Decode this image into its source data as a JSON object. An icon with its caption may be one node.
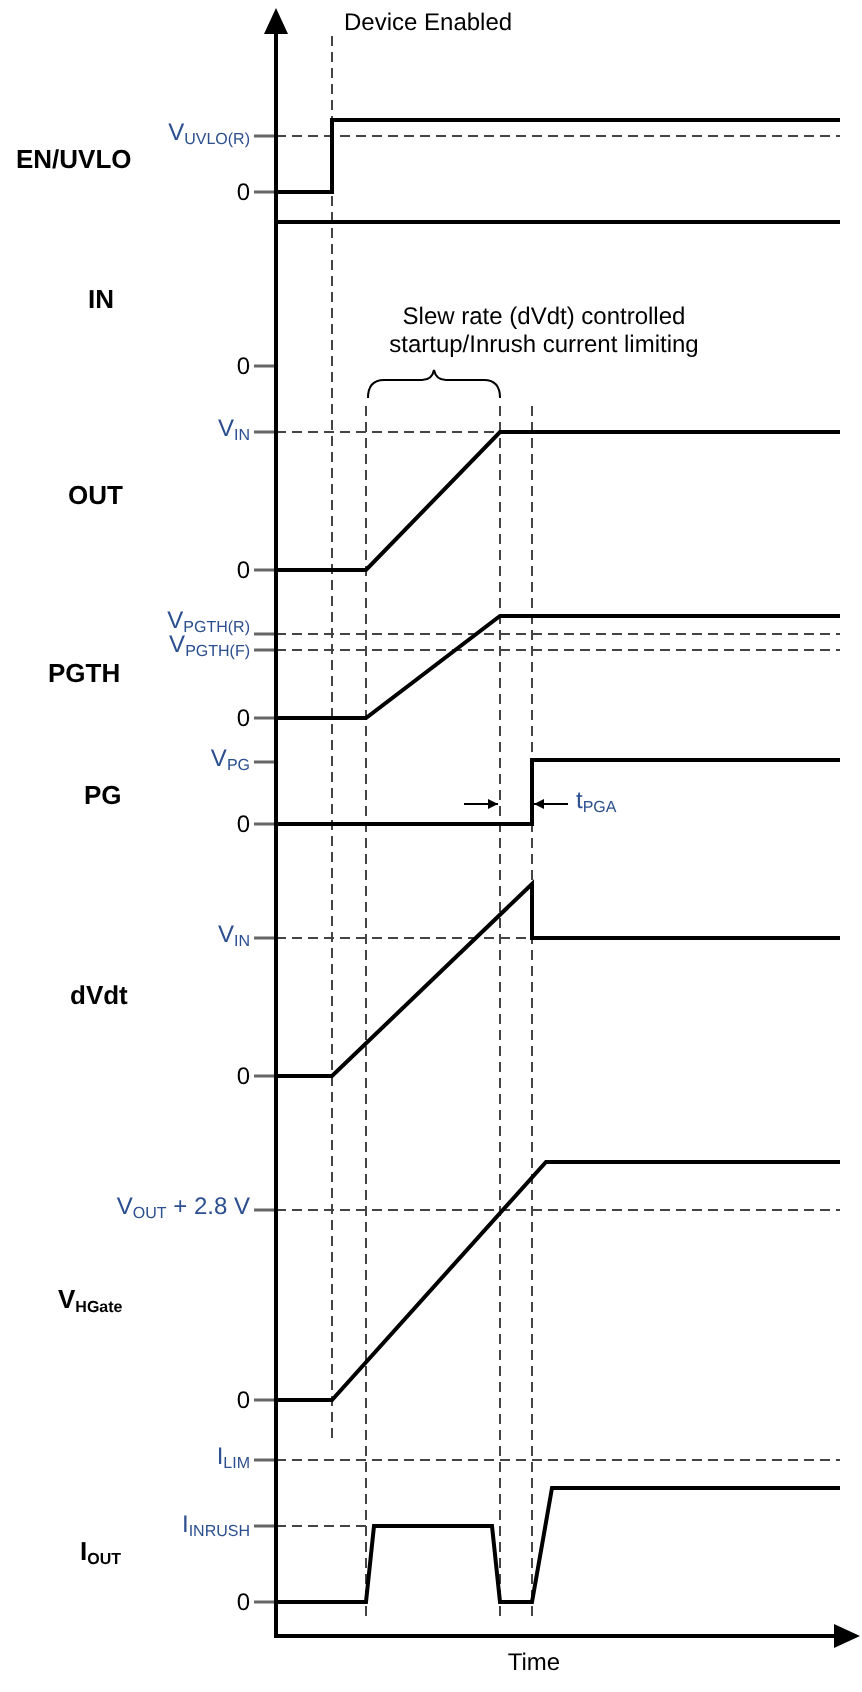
{
  "diagram": {
    "labels": [
      "Device Enabled",
      "V$_{UVLO(R)}$",
      "EN/UVLO",
      "0",
      "IN",
      "Slew rate (dVdt) controlled startup/Inrush current limiting",
      "0",
      "V$_{IN}$",
      "OUT",
      "0",
      "V$_{PGTH(R)}$",
      "V$_{PGTH(F)}$",
      "PGTH",
      "0",
      "V$_{PG}$",
      "PG",
      "t$_{PGA}$",
      "0",
      "V$_{IN}$",
      "dVdt",
      "0",
      "V$_{OUT}$ + 2.8 V",
      "V$_{HGate}$",
      "0",
      "I$_{LIM}$",
      "I$_{INRUSH}$",
      "I$_{OUT}$",
      "0",
      "Time"
    ]
  }
}
